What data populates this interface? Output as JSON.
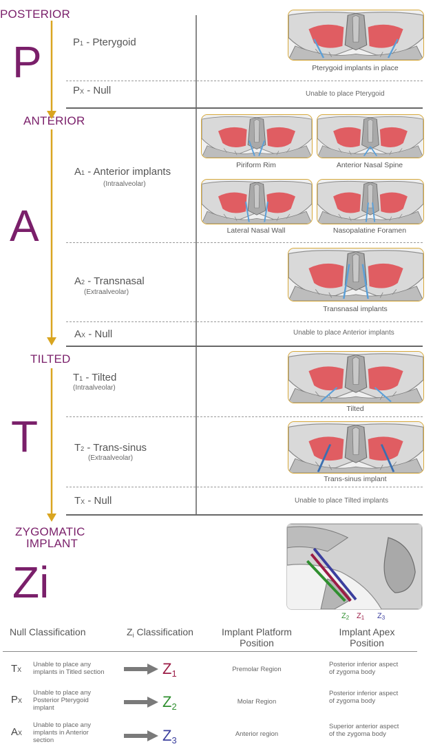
{
  "stages": {
    "posterior": {
      "label": "POSTERIOR",
      "letter": "P"
    },
    "anterior": {
      "label": "ANTERIOR",
      "letter": "A"
    },
    "tilted": {
      "label": "TILTED",
      "letter": "T"
    },
    "zygomatic": {
      "label_line1": "ZYGOMATIC",
      "label_line2": "IMPLANT",
      "letter": "Zi"
    }
  },
  "options": {
    "p1": {
      "code": "P",
      "sub": "1",
      "text": " - Pterygoid",
      "caption": "Pterygoid implants in place"
    },
    "px": {
      "code": "P",
      "sub": "X",
      "text": " - Null",
      "note": "Unable to place Pterygoid"
    },
    "a1": {
      "code": "A",
      "sub": "1",
      "text": " - Anterior implants",
      "paren": "(Intraalveolar)",
      "captions": [
        "Piriform Rim",
        "Anterior Nasal Spine",
        "Lateral Nasal Wall",
        "Nasopalatine Foramen"
      ]
    },
    "a2": {
      "code": "A",
      "sub": "2",
      "text": " - Transnasal",
      "paren": "(Extraalveolar)",
      "caption": "Transnasal implants"
    },
    "ax": {
      "code": "A",
      "sub": "X",
      "text": " - Null",
      "note": "Unable to place Anterior implants"
    },
    "t1": {
      "code": "T",
      "sub": "1",
      "text": " - Tilted",
      "paren": "(Intraalveolar)",
      "caption": "Tilted"
    },
    "t2": {
      "code": "T",
      "sub": "2",
      "text": " - Trans-sinus",
      "paren": "(Extraalveolar)",
      "caption": "Trans-sinus implant"
    },
    "tx": {
      "code": "T",
      "sub": "X",
      "text": " - Null",
      "note": "Unable to place Tilted implants"
    }
  },
  "zygoma_labels": {
    "z2": "Z",
    "z2sub": "2",
    "z1": "Z",
    "z1sub": "1",
    "z3": "Z",
    "z3sub": "3"
  },
  "colors": {
    "accent": "#7a1f6a",
    "arrow": "#d9a520",
    "frame": "#d6a83a",
    "z1": "#9b1b45",
    "z2": "#2f8f2f",
    "z3": "#3b3f9e"
  },
  "table": {
    "headers": {
      "null": "Null Classification",
      "zi": "Classification",
      "zi_prefix": "Z",
      "zi_sub": "i",
      "platform_l1": "Implant Platform",
      "platform_l2": "Position",
      "apex_l1": "Implant Apex",
      "apex_l2": "Position"
    },
    "rows": [
      {
        "code": "T",
        "sub": "X",
        "desc_l1": "Unable to place any",
        "desc_l2": "implants in Titled section",
        "desc_l3": "",
        "z": "Z",
        "zsub": "1",
        "platform": "Premolar Region",
        "apex_l1": "Posterior inferior aspect",
        "apex_l2": "of zygoma body"
      },
      {
        "code": "P",
        "sub": "X",
        "desc_l1": "Unable to place any",
        "desc_l2": "Posterior Pterygoid",
        "desc_l3": "implant",
        "z": "Z",
        "zsub": "2",
        "platform": "Molar Region",
        "apex_l1": "Posterior inferior aspect",
        "apex_l2": "of zygoma body"
      },
      {
        "code": "A",
        "sub": "X",
        "desc_l1": "Unable to place any",
        "desc_l2": "implants in Anterior",
        "desc_l3": "section",
        "z": "Z",
        "zsub": "3",
        "platform": "Anterior region",
        "apex_l1": "Superior anterior aspect",
        "apex_l2": "of the zygoma body"
      }
    ]
  }
}
